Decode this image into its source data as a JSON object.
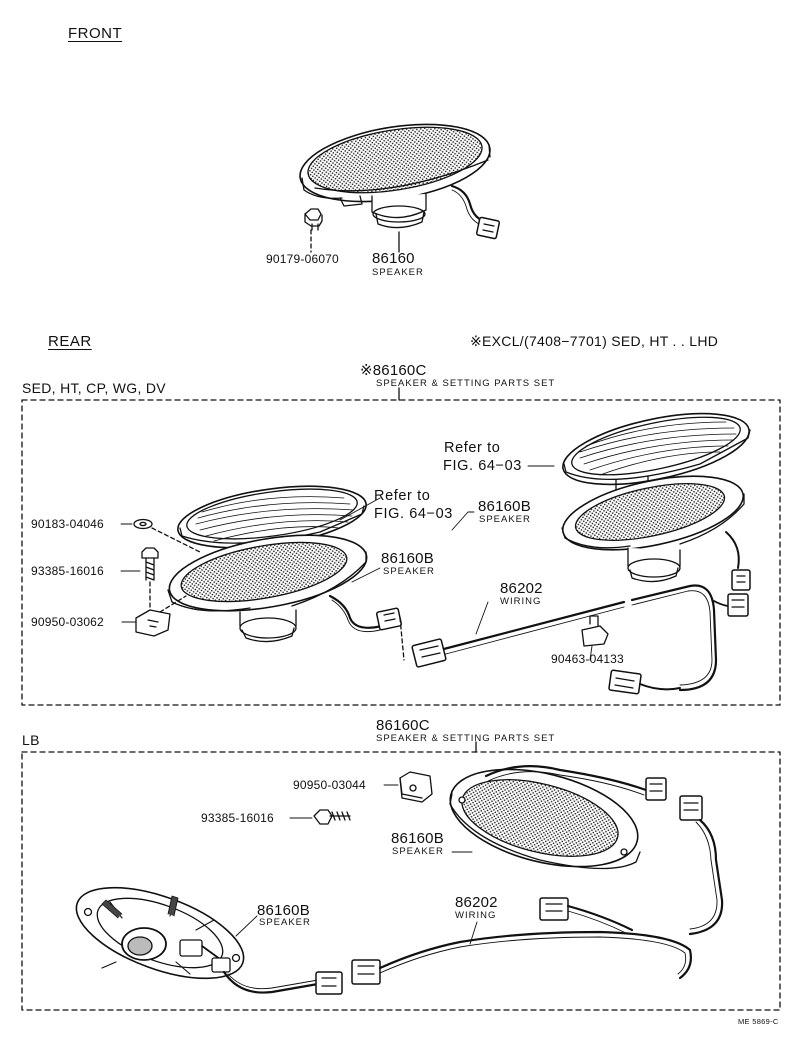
{
  "sections": {
    "front": "FRONT",
    "rear": "REAR",
    "rear_note": "※EXCL/(7408−7701) SED, HT . . LHD",
    "sed_models": "SED, HT, CP, WG, DV",
    "lb": "LB"
  },
  "front": {
    "nut_pn": "90179-06070",
    "speaker_pn": "86160",
    "speaker_cap": "SPEAKER"
  },
  "rear": {
    "set_pn": "※86160C",
    "set_cap": "SPEAKER & SETTING PARTS SET",
    "washer_pn": "90183-04046",
    "screw_pn": "93385-16016",
    "clip_pn": "90950-03062",
    "refer_a_line1": "Refer to",
    "refer_a_line2": "FIG. 64−03",
    "refer_b_line1": "Refer to",
    "refer_b_line2": "FIG. 64−03",
    "spk_left_pn": "86160B",
    "spk_left_cap": "SPEAKER",
    "spk_right_pn": "86160B",
    "spk_right_cap": "SPEAKER",
    "wiring_pn": "86202",
    "wiring_cap": "WIRING",
    "clamp_pn": "90463-04133"
  },
  "lb": {
    "set_pn": "86160C",
    "set_cap": "SPEAKER & SETTING PARTS SET",
    "clip_pn": "90950-03044",
    "screw_pn": "93385-16016",
    "spk_upper_pn": "86160B",
    "spk_upper_cap": "SPEAKER",
    "spk_lower_pn": "86160B",
    "spk_lower_cap": "SPEAKER",
    "wiring_pn": "86202",
    "wiring_cap": "WIRING"
  },
  "footer_code": "ME 5869-C"
}
